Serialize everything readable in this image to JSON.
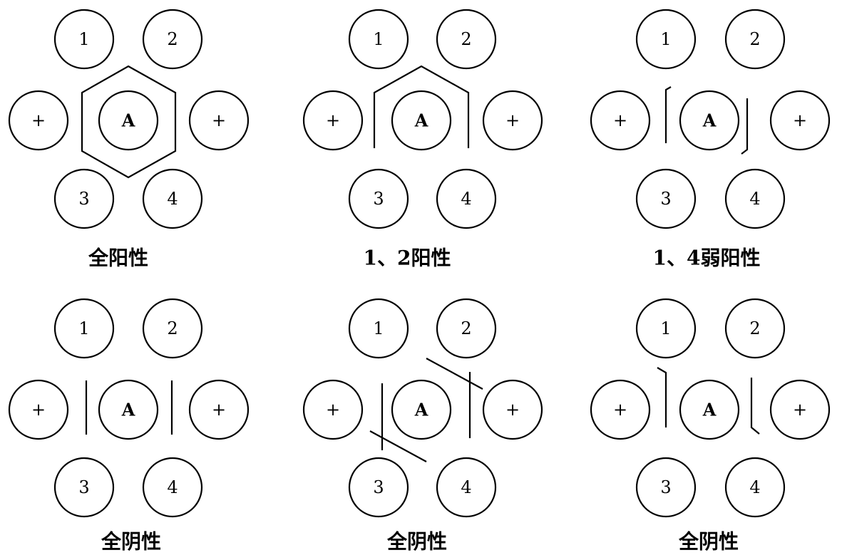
{
  "panels": [
    {
      "id": "p1",
      "caption": "全阳性",
      "wells": {
        "top_left": "1",
        "top_right": "2",
        "left": "+",
        "center": "A",
        "right": "+",
        "bottom_left": "3",
        "bottom_right": "4"
      }
    },
    {
      "id": "p2",
      "caption": "1、2阳性",
      "wells": {
        "top_left": "1",
        "top_right": "2",
        "left": "+",
        "center": "A",
        "right": "+",
        "bottom_left": "3",
        "bottom_right": "4"
      }
    },
    {
      "id": "p3",
      "caption": "1、4弱阳性",
      "wells": {
        "top_left": "1",
        "top_right": "2",
        "left": "+",
        "center": "A",
        "right": "+",
        "bottom_left": "3",
        "bottom_right": "4"
      }
    },
    {
      "id": "p4",
      "caption": "全阴性",
      "wells": {
        "top_left": "1",
        "top_right": "2",
        "left": "+",
        "center": "A",
        "right": "+",
        "bottom_left": "3",
        "bottom_right": "4"
      }
    },
    {
      "id": "p5",
      "caption": "全阴性",
      "wells": {
        "top_left": "1",
        "top_right": "2",
        "left": "+",
        "center": "A",
        "right": "+",
        "bottom_left": "3",
        "bottom_right": "4"
      }
    },
    {
      "id": "p6",
      "caption": "全阴性",
      "wells": {
        "top_left": "1",
        "top_right": "2",
        "left": "+",
        "center": "A",
        "right": "+",
        "bottom_left": "3",
        "bottom_right": "4"
      }
    }
  ]
}
